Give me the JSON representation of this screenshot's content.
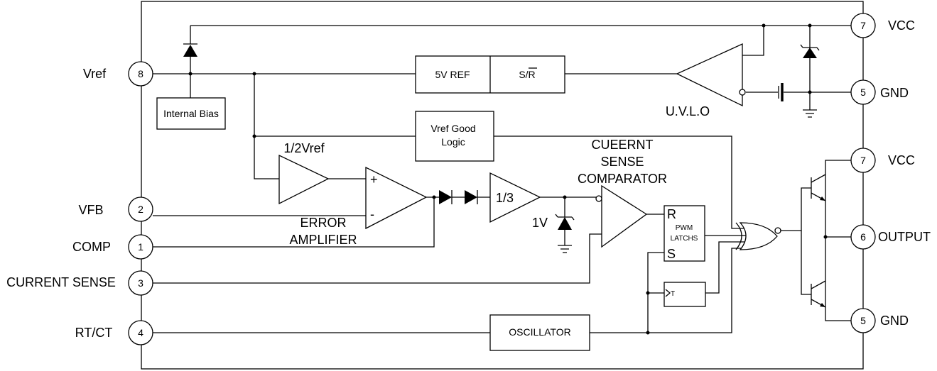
{
  "pins": {
    "vref": {
      "number": "8",
      "label": "Vref"
    },
    "vfb": {
      "number": "2",
      "label": "VFB"
    },
    "comp": {
      "number": "1",
      "label": "COMP"
    },
    "current_sense": {
      "number": "3",
      "label": "CURRENT SENSE"
    },
    "rtct": {
      "number": "4",
      "label": "RT/CT"
    },
    "vcc_top": {
      "number": "7",
      "label": "VCC"
    },
    "gnd_top": {
      "number": "5",
      "label": "GND"
    },
    "vcc_out": {
      "number": "7",
      "label": "VCC"
    },
    "output": {
      "number": "6",
      "label": "OUTPUT"
    },
    "gnd_out": {
      "number": "5",
      "label": "GND"
    }
  },
  "blocks": {
    "internal_bias": "Internal Bias",
    "ref_5v": "5V REF",
    "sr": "S/R",
    "vref_good_1": "Vref Good",
    "vref_good_2": "Logic",
    "oscillator": "OSCILLATOR",
    "divider": "1/3",
    "latch_r": "R",
    "latch_s": "S",
    "latch_name_1": "PWM",
    "latch_name_2": "LATCHS",
    "toggle_t": "T"
  },
  "labels": {
    "uvlo": "U.V.L.O",
    "half_vref": "1/2Vref",
    "csc_1": "CUEERNT",
    "csc_2": "SENSE",
    "csc_3": "COMPARATOR",
    "error_1": "ERROR",
    "error_2": "AMPLIFIER",
    "one_volt": "1V",
    "plus": "+",
    "minus": "-"
  }
}
